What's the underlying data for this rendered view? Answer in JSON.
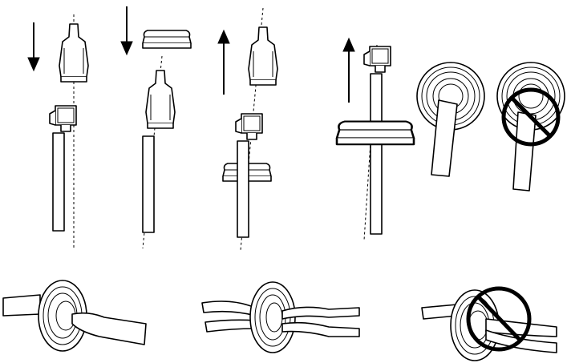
{
  "figure": {
    "description_visible_text": "",
    "arrow_directions": [
      "down",
      "down",
      "up",
      "up"
    ],
    "prohibited_marks": 2,
    "colors": {
      "line": "#000000",
      "background": "#ffffff"
    }
  }
}
